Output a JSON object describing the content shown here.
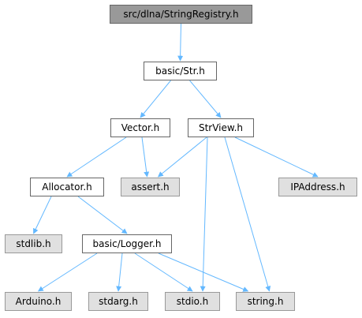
{
  "graph": {
    "nodes": {
      "root": {
        "label": "src/dlna/StringRegistry.h",
        "kind": "root"
      },
      "str": {
        "label": "basic/Str.h",
        "kind": "documented"
      },
      "vector": {
        "label": "Vector.h",
        "kind": "documented"
      },
      "strview": {
        "label": "StrView.h",
        "kind": "documented"
      },
      "allocator": {
        "label": "Allocator.h",
        "kind": "documented"
      },
      "assert": {
        "label": "assert.h",
        "kind": "system"
      },
      "ipaddress": {
        "label": "IPAddress.h",
        "kind": "system"
      },
      "stdlib": {
        "label": "stdlib.h",
        "kind": "system"
      },
      "logger": {
        "label": "basic/Logger.h",
        "kind": "documented"
      },
      "arduino": {
        "label": "Arduino.h",
        "kind": "system"
      },
      "stdarg": {
        "label": "stdarg.h",
        "kind": "system"
      },
      "stdio": {
        "label": "stdio.h",
        "kind": "system"
      },
      "string": {
        "label": "string.h",
        "kind": "system"
      }
    },
    "edges": [
      [
        "root",
        "str"
      ],
      [
        "str",
        "vector"
      ],
      [
        "str",
        "strview"
      ],
      [
        "vector",
        "allocator"
      ],
      [
        "vector",
        "assert"
      ],
      [
        "strview",
        "assert"
      ],
      [
        "strview",
        "ipaddress"
      ],
      [
        "strview",
        "stdio"
      ],
      [
        "strview",
        "string"
      ],
      [
        "allocator",
        "stdlib"
      ],
      [
        "allocator",
        "logger"
      ],
      [
        "logger",
        "arduino"
      ],
      [
        "logger",
        "stdarg"
      ],
      [
        "logger",
        "stdio"
      ],
      [
        "logger",
        "string"
      ]
    ],
    "colors": {
      "edge": "#63b8ff",
      "root_fill": "#999999",
      "system_fill": "#e0e0e0",
      "documented_fill": "#ffffff"
    }
  }
}
